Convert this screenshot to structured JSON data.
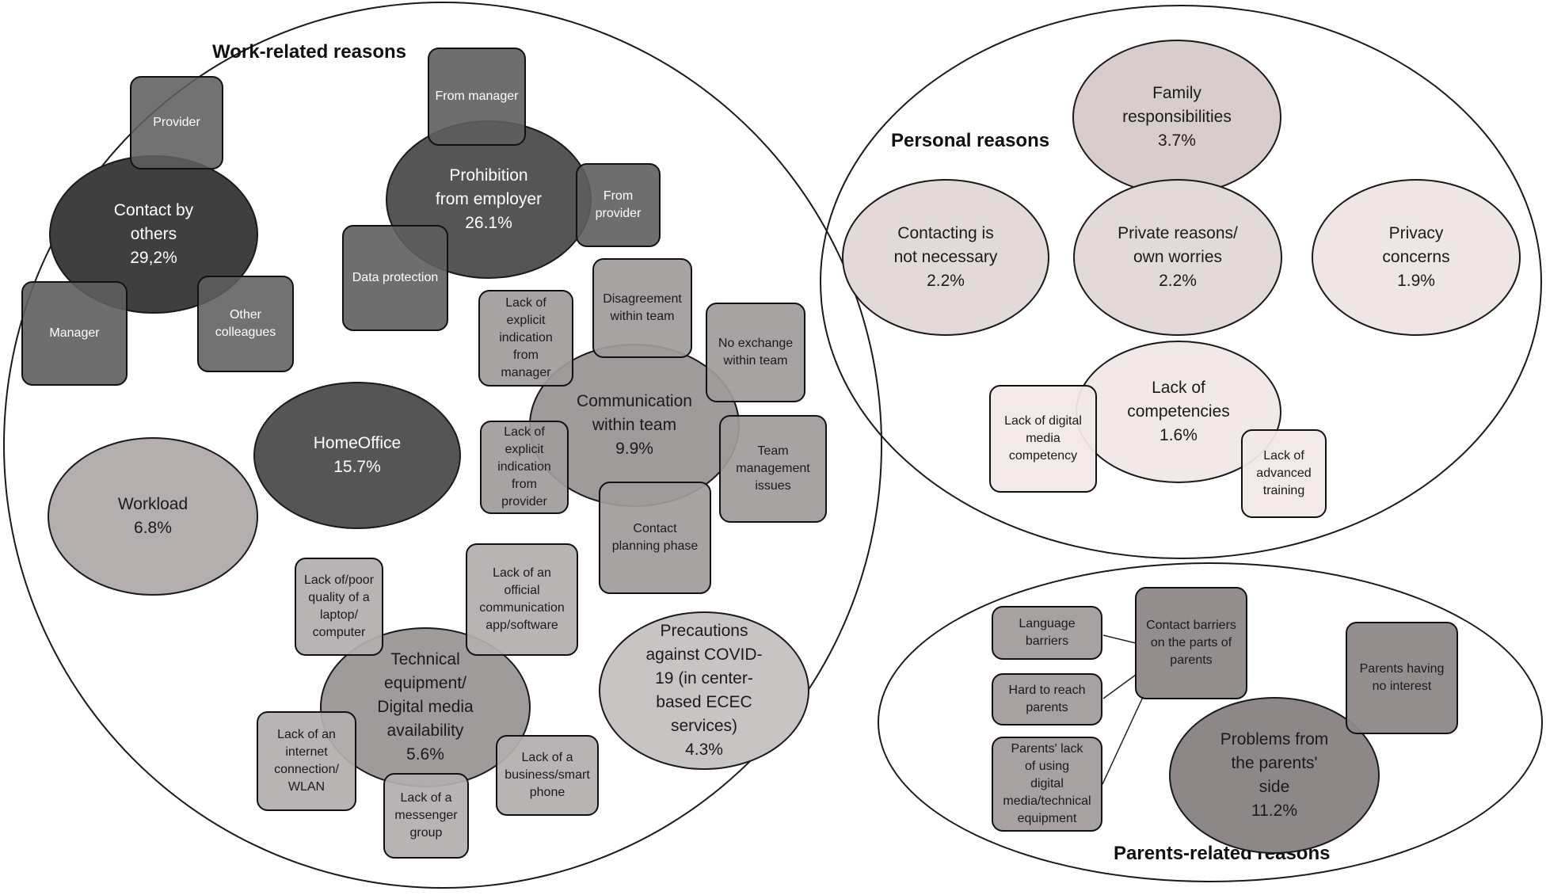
{
  "headings": {
    "work": "Work-related reasons",
    "personal": "Personal reasons",
    "parents": "Parents-related reasons"
  },
  "colors": {
    "very_dark": "#3f3f3f",
    "dark": "#555555",
    "mid_dark": "#5e5e5e",
    "mid": "#a09b9b",
    "light": "#b4aeae",
    "lighter": "#c9c4c4",
    "pinkish": "#d8cccc",
    "pale": "#f2e8e8",
    "parents_box": "#a7a1a1",
    "parents_dark": "#8e8787"
  },
  "work": {
    "contact_by_others": {
      "label": "Contact by\nothers\n29,2%",
      "sub": [
        "Provider",
        "Manager",
        "Other\ncolleagues"
      ]
    },
    "prohibition": {
      "label": "Prohibition\nfrom employer\n26.1%",
      "sub": [
        "From manager",
        "From\nprovider",
        "Data protection"
      ]
    },
    "homeoffice": {
      "label": "HomeOffice\n15.7%"
    },
    "workload": {
      "label": "Workload\n6.8%"
    },
    "communication": {
      "label": "Communication\nwithin team\n9.9%",
      "sub": [
        "Lack of\nexplicit\nindication\nfrom\nmanager",
        "Disagreement\nwithin team",
        "No exchange\nwithin team",
        "Team\nmanagement\nissues",
        "Contact\nplanning phase",
        "Lack of\nexplicit\nindication\nfrom\nprovider"
      ]
    },
    "technical": {
      "label": "Technical\nequipment/\nDigital media\navailability\n5.6%",
      "sub": [
        "Lack of/poor\nquality of a\nlaptop/\ncomputer",
        "Lack of an\nofficial\ncommunication\napp/software",
        "Lack of an\ninternet\nconnection/\nWLAN",
        "Lack of a\nmessenger\ngroup",
        "Lack of a\nbusiness/smart\nphone"
      ]
    },
    "covid": {
      "label": "Precautions\nagainst COVID-\n19 (in center-\nbased ECEC\nservices)\n4.3%"
    }
  },
  "personal": {
    "family": {
      "label": "Family\nresponsibilities\n3.7%"
    },
    "not_necessary": {
      "label": "Contacting is\nnot necessary\n2.2%"
    },
    "private": {
      "label": "Private reasons/\nown worries\n2.2%"
    },
    "privacy": {
      "label": "Privacy\nconcerns\n1.9%"
    },
    "competencies": {
      "label": "Lack of\ncompetencies\n1.6%",
      "sub": [
        "Lack of digital\nmedia\ncompetency",
        "Lack of\nadvanced\ntraining"
      ]
    }
  },
  "parents": {
    "problems": {
      "label": "Problems from\nthe parents'\nside\n11.2%"
    },
    "no_interest": {
      "label": "Parents having\nno interest"
    },
    "contact_barriers": {
      "label": "Contact barriers\non the parts of\nparents"
    },
    "sub": [
      "Language\nbarriers",
      "Hard to reach\nparents",
      "Parents' lack\nof using\ndigital\nmedia/technical\nequipment"
    ]
  }
}
